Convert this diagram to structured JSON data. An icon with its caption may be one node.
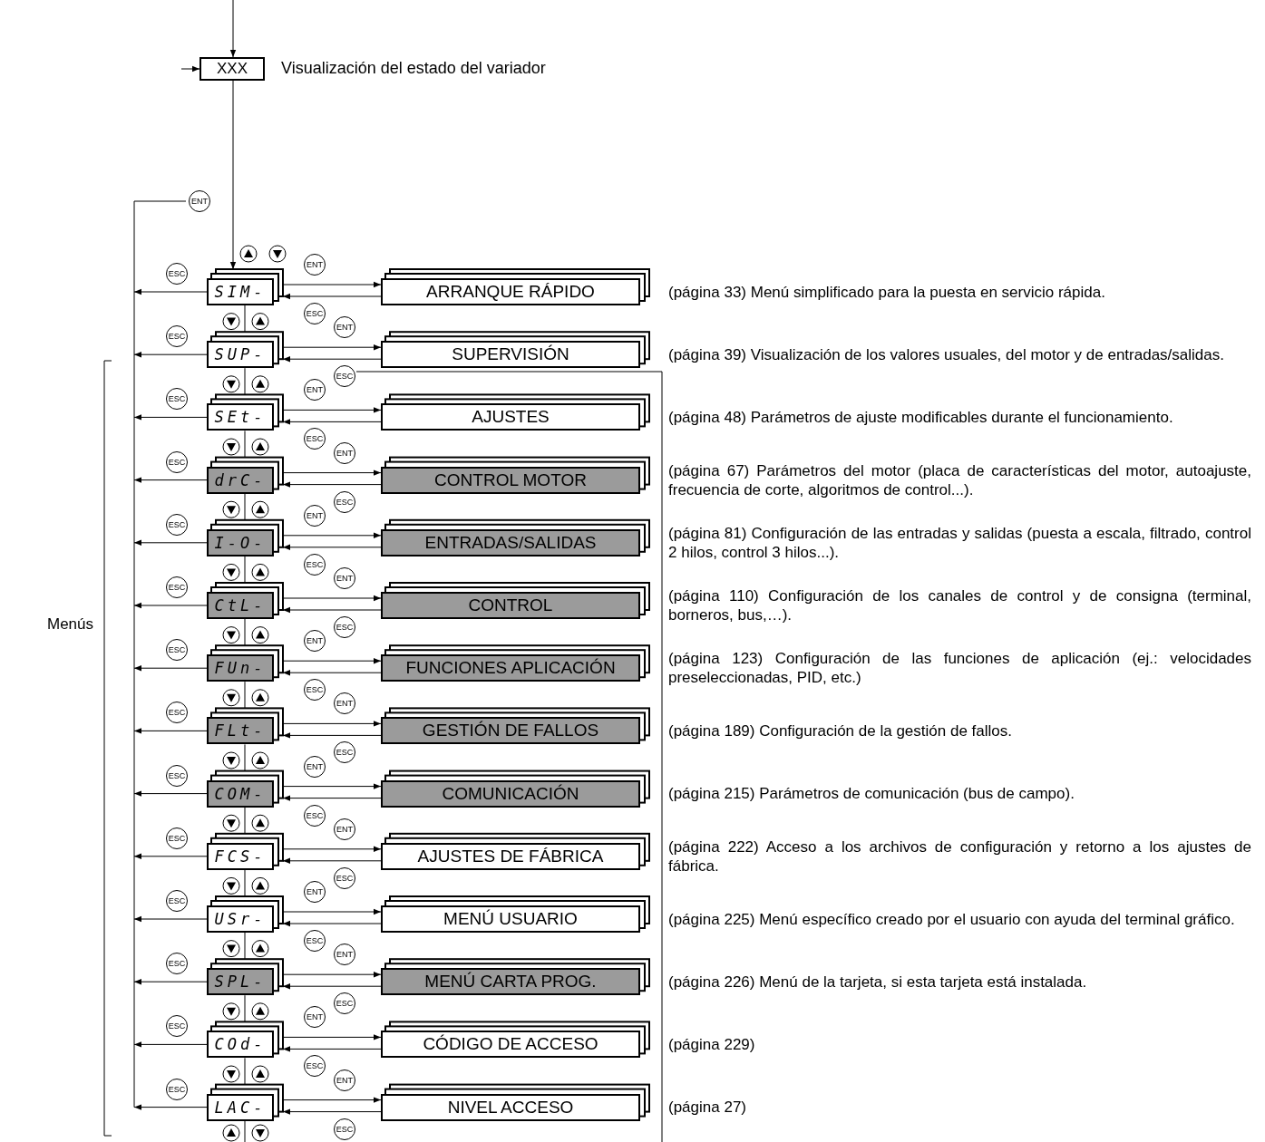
{
  "diagram": {
    "nodes": [
      {
        "text": [
          "XXX"
        ],
        "beside": [
          "Visualización del estado del variador"
        ]
      },
      {
        "text": [
          "SIM-"
        ]
      },
      {
        "text": [
          "ARRANQUE RÁPIDO"
        ],
        "beside": [
          "(página 33) Menú simplificado para la puesta en servicio rápida."
        ]
      },
      {
        "text": [
          "SUP-"
        ]
      },
      {
        "text": [
          "SUPERVISIÓN"
        ],
        "beside": [
          "(página 39) Visualización de los valores usuales, del motor y de entradas/salidas."
        ]
      },
      {
        "text": [
          "SEt-"
        ]
      },
      {
        "text": [
          "AJUSTES"
        ],
        "beside": [
          "(página 48) Parámetros de ajuste modificables durante el funcionamiento."
        ]
      },
      {
        "text": [
          "drC-"
        ]
      },
      {
        "text": [
          "CONTROL MOTOR"
        ],
        "beside": [
          "(página 67) Parámetros del motor (placa de características del motor, autoajuste, frecuencia de corte, algoritmos de control...)."
        ]
      },
      {
        "text": [
          "I-O-"
        ]
      },
      {
        "text": [
          "ENTRADAS/SALIDAS"
        ],
        "beside": [
          "(página 81) Configuración de las entradas y salidas (puesta a escala, filtrado, control 2 hilos, control 3 hilos...)."
        ]
      },
      {
        "text": [
          "CtL-"
        ]
      },
      {
        "text": [
          "CONTROL"
        ],
        "beside": [
          "(página 110) Configuración de los canales de control y de consigna (terminal, borneros, bus,…)."
        ]
      },
      {
        "text": [
          "FUn-"
        ]
      },
      {
        "text": [
          "FUNCIONES APLICACIÓN"
        ],
        "beside": [
          "(página 123) Configuración de las funciones de aplicación (ej.: velocidades preseleccionadas, PID, etc.)"
        ]
      },
      {
        "text": [
          "FLt-"
        ]
      },
      {
        "text": [
          "GESTIÓN DE FALLOS"
        ],
        "beside": [
          "(página 189) Configuración de la gestión de fallos."
        ]
      },
      {
        "text": [
          "COM-"
        ]
      },
      {
        "text": [
          "COMUNICACIÓN"
        ],
        "beside": [
          "(página 215) Parámetros de comunicación (bus de campo)."
        ]
      },
      {
        "text": [
          "FCS-"
        ]
      },
      {
        "text": [
          "AJUSTES DE FÁBRICA"
        ],
        "beside": [
          "(página 222) Acceso a los archivos de configuración y retorno a los ajustes de fábrica."
        ]
      },
      {
        "text": [
          "USr-"
        ]
      },
      {
        "text": [
          "MENÚ USUARIO"
        ],
        "beside": [
          "(página 225) Menú específico creado por el usuario con ayuda del terminal gráfico."
        ]
      },
      {
        "text": [
          "SPL-"
        ]
      },
      {
        "text": [
          "MENÚ CARTA PROG."
        ],
        "beside": [
          "(página 226) Menú de la tarjeta, si esta tarjeta está instalada."
        ]
      },
      {
        "text": [
          "COd-"
        ]
      },
      {
        "text": [
          "CÓDIGO DE ACCESO"
        ],
        "beside": [
          "(página 229)"
        ]
      },
      {
        "text": [
          "LAC-"
        ]
      },
      {
        "text": [
          "NIVEL ACCESO"
        ],
        "beside": [
          "(página 27)"
        ]
      }
    ],
    "edges": [
      {
        "from": null,
        "to": 0,
        "arrow": "to"
      },
      {
        "from": null,
        "to": 0,
        "arrow": "to"
      },
      {
        "from": 0,
        "to": 1,
        "arrow": "to"
      },
      {
        "from": 1,
        "to": 2,
        "arrow": "to",
        "label": "ENT"
      },
      {
        "from": 2,
        "to": 1,
        "arrow": "to",
        "label": "ESC"
      },
      {
        "from": 1,
        "to": null,
        "arrow": "to",
        "label": "ESC"
      },
      {
        "from": 1,
        "to": 3,
        "arrow": "none"
      },
      {
        "from": 3,
        "to": 4,
        "arrow": "to",
        "label": "ENT"
      },
      {
        "from": 4,
        "to": 3,
        "arrow": "to",
        "label": "ESC"
      },
      {
        "from": 3,
        "to": null,
        "arrow": "to",
        "label": "ESC"
      },
      {
        "from": 3,
        "to": 5,
        "arrow": "none"
      },
      {
        "from": 5,
        "to": 6,
        "arrow": "to",
        "label": "ENT"
      },
      {
        "from": 6,
        "to": 5,
        "arrow": "to",
        "label": "ESC"
      },
      {
        "from": 5,
        "to": null,
        "arrow": "to",
        "label": "ESC"
      },
      {
        "from": 5,
        "to": 7,
        "arrow": "none"
      },
      {
        "from": 7,
        "to": 8,
        "arrow": "to",
        "label": "ENT"
      },
      {
        "from": 8,
        "to": 7,
        "arrow": "to",
        "label": "ESC"
      },
      {
        "from": 7,
        "to": null,
        "arrow": "to",
        "label": "ESC"
      },
      {
        "from": 7,
        "to": 9,
        "arrow": "none"
      },
      {
        "from": 9,
        "to": 10,
        "arrow": "to",
        "label": "ENT"
      },
      {
        "from": 10,
        "to": 9,
        "arrow": "to",
        "label": "ESC"
      },
      {
        "from": 9,
        "to": null,
        "arrow": "to",
        "label": "ESC"
      },
      {
        "from": 9,
        "to": 11,
        "arrow": "none"
      },
      {
        "from": 11,
        "to": 12,
        "arrow": "to",
        "label": "ENT"
      },
      {
        "from": 12,
        "to": 11,
        "arrow": "to",
        "label": "ESC"
      },
      {
        "from": 11,
        "to": null,
        "arrow": "to",
        "label": "ESC"
      },
      {
        "from": 11,
        "to": 13,
        "arrow": "none"
      },
      {
        "from": 13,
        "to": 14,
        "arrow": "to",
        "label": "ENT"
      },
      {
        "from": 14,
        "to": 13,
        "arrow": "to",
        "label": "ESC"
      },
      {
        "from": 13,
        "to": null,
        "arrow": "to",
        "label": "ESC"
      },
      {
        "from": 13,
        "to": 15,
        "arrow": "none"
      },
      {
        "from": 15,
        "to": 16,
        "arrow": "to",
        "label": "ENT"
      },
      {
        "from": 16,
        "to": 15,
        "arrow": "to",
        "label": "ESC"
      },
      {
        "from": 15,
        "to": null,
        "arrow": "to",
        "label": "ESC"
      },
      {
        "from": 15,
        "to": 17,
        "arrow": "none"
      },
      {
        "from": 17,
        "to": 18,
        "arrow": "to",
        "label": "ENT"
      },
      {
        "from": 18,
        "to": 17,
        "arrow": "to",
        "label": "ESC"
      },
      {
        "from": 17,
        "to": null,
        "arrow": "to",
        "label": "ESC"
      },
      {
        "from": 17,
        "to": 19,
        "arrow": "none"
      },
      {
        "from": 19,
        "to": 20,
        "arrow": "to",
        "label": "ENT"
      },
      {
        "from": 20,
        "to": 19,
        "arrow": "to",
        "label": "ESC"
      },
      {
        "from": 19,
        "to": null,
        "arrow": "to",
        "label": "ESC"
      },
      {
        "from": 19,
        "to": 21,
        "arrow": "none"
      },
      {
        "from": 21,
        "to": 22,
        "arrow": "to",
        "label": "ENT"
      },
      {
        "from": 22,
        "to": 21,
        "arrow": "to",
        "label": "ESC"
      },
      {
        "from": 21,
        "to": null,
        "arrow": "to",
        "label": "ESC"
      },
      {
        "from": 21,
        "to": 23,
        "arrow": "none"
      },
      {
        "from": 23,
        "to": 24,
        "arrow": "to",
        "label": "ENT"
      },
      {
        "from": 24,
        "to": 23,
        "arrow": "to",
        "label": "ESC"
      },
      {
        "from": 23,
        "to": null,
        "arrow": "to",
        "label": "ESC"
      },
      {
        "from": 23,
        "to": 25,
        "arrow": "none"
      },
      {
        "from": 25,
        "to": 26,
        "arrow": "to",
        "label": "ENT"
      },
      {
        "from": 26,
        "to": 25,
        "arrow": "to",
        "label": "ESC"
      },
      {
        "from": 25,
        "to": null,
        "arrow": "to",
        "label": "ESC"
      },
      {
        "from": 25,
        "to": 27,
        "arrow": "none"
      },
      {
        "from": 27,
        "to": 28,
        "arrow": "to",
        "label": "ENT"
      },
      {
        "from": 28,
        "to": 27,
        "arrow": "to",
        "label": "ESC"
      },
      {
        "from": 27,
        "to": null,
        "arrow": "to",
        "label": "ESC"
      },
      {
        "from": 27,
        "to": null,
        "arrow": "none"
      }
    ],
    "labels": [
      "ENT",
      "Menús"
    ]
  }
}
